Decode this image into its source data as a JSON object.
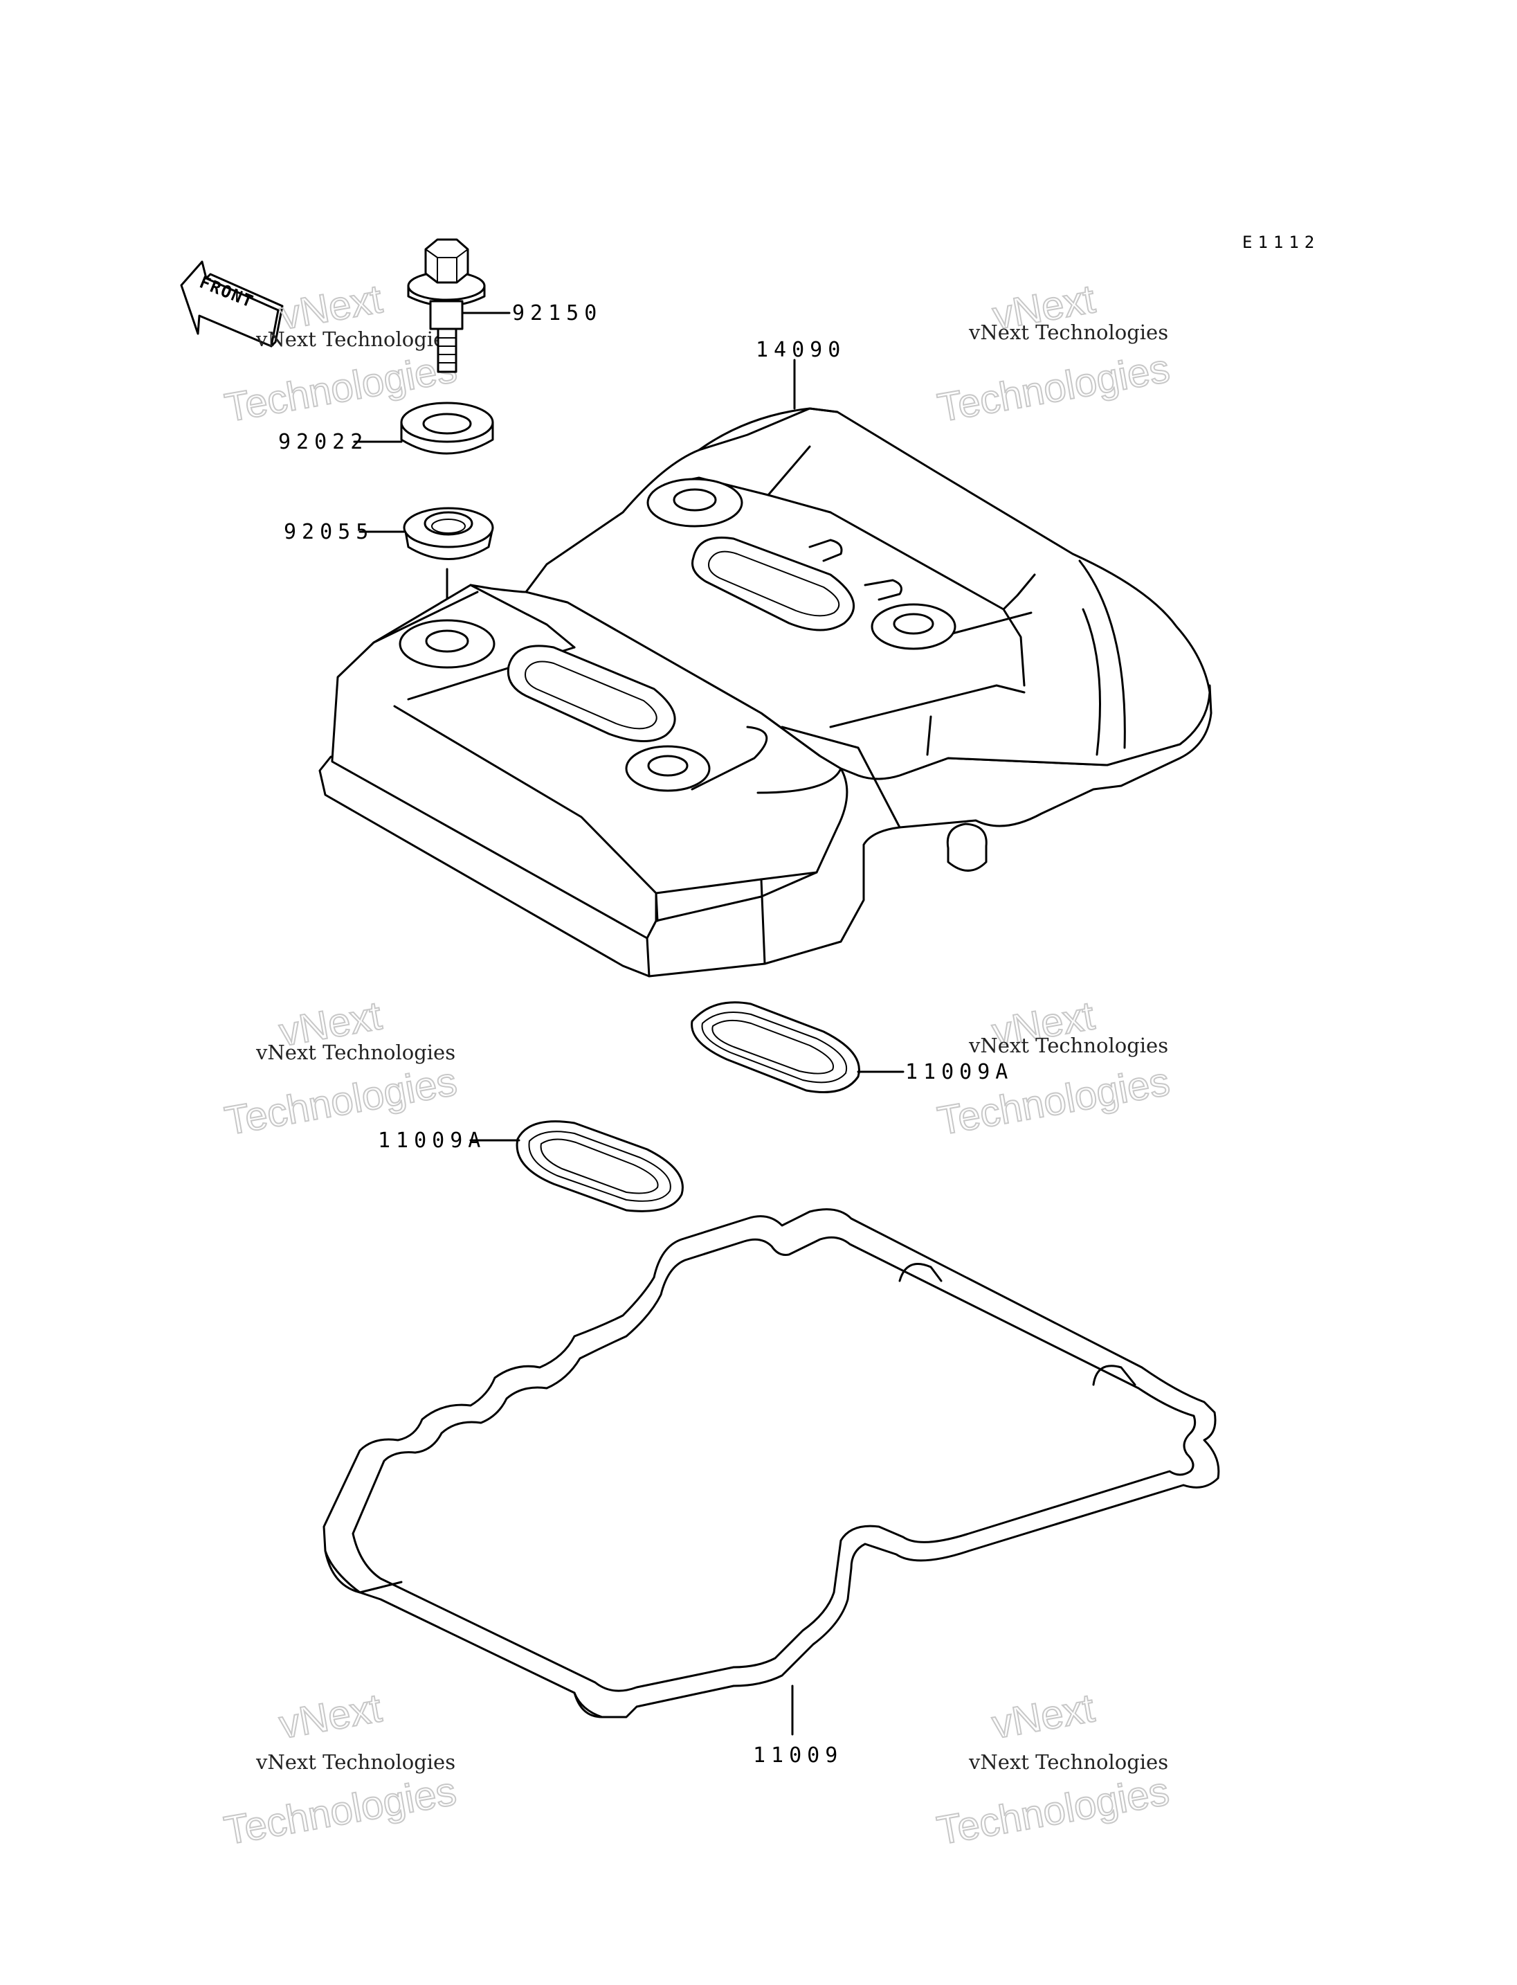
{
  "diagram_code": "E1112",
  "front_indicator": "FRONT",
  "watermark": {
    "line1": "vNext Technologies",
    "line2": "vNext",
    "line3": "Technologies"
  },
  "parts": {
    "bolt": "92150",
    "washer": "92022",
    "grommet": "92055",
    "head_cover": "14090",
    "plug_gasket_right": "11009A",
    "plug_gasket_left": "11009A",
    "cover_gasket": "11009"
  }
}
